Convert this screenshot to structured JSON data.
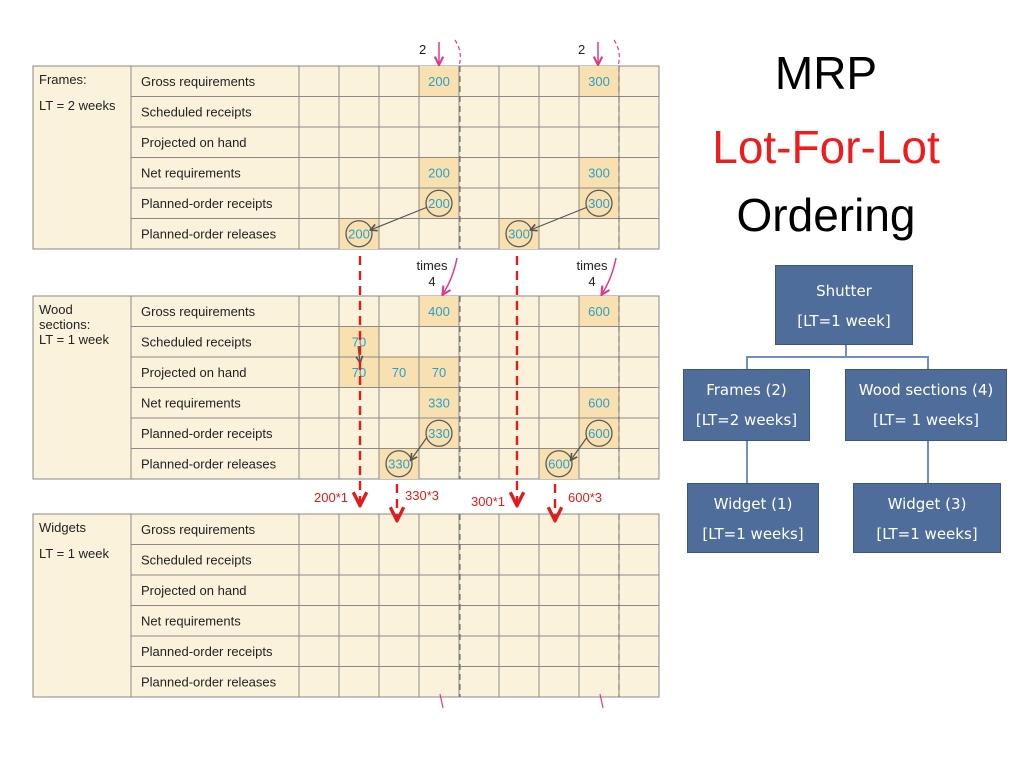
{
  "title": {
    "line1": "MRP",
    "line2": "Lot-For-Lot",
    "line3": "Ordering",
    "line2_color": "#ee1c1c"
  },
  "colors": {
    "table_border": "#8a8a8a",
    "cell_fill": "#fbf2db",
    "highlight_fill": "#f9e0b0",
    "value_text": "#2aa0c8",
    "red_arrow": "#e21b1b",
    "pink_arrow": "#e0398c",
    "bom_box": "#4f6d9a"
  },
  "tables": [
    {
      "label_lines": [
        "Frames:",
        "LT = 2 weeks"
      ],
      "rows": [
        {
          "label": "Gross requirements",
          "values": {
            "3": "200",
            "7": "300"
          }
        },
        {
          "label": "Scheduled receipts",
          "values": {}
        },
        {
          "label": "Projected on hand",
          "values": {}
        },
        {
          "label": "Net requirements",
          "values": {
            "3": "200",
            "7": "300"
          }
        },
        {
          "label": "Planned-order receipts",
          "values": {
            "3": "200",
            "7": "300"
          },
          "circled": true
        },
        {
          "label": "Planned-order releases",
          "values": {
            "1": "200",
            "5": "300"
          },
          "circled": true
        }
      ]
    },
    {
      "label_lines": [
        "Wood",
        "sections:",
        "LT = 1 week"
      ],
      "rows": [
        {
          "label": "Gross requirements",
          "values": {
            "3": "400",
            "7": "600"
          }
        },
        {
          "label": "Scheduled receipts",
          "values": {
            "1": "70"
          }
        },
        {
          "label": "Projected on hand",
          "values": {
            "1": "70",
            "2": "70",
            "3": "70"
          }
        },
        {
          "label": "Net requirements",
          "values": {
            "3": "330",
            "7": "600"
          }
        },
        {
          "label": "Planned-order receipts",
          "values": {
            "3": "330",
            "7": "600"
          },
          "circled": true
        },
        {
          "label": "Planned-order releases",
          "values": {
            "2": "330",
            "6": "600"
          },
          "circled": true
        }
      ]
    },
    {
      "label_lines": [
        "Widgets",
        "LT = 1 week"
      ],
      "rows": [
        {
          "label": "Gross requirements",
          "values": {}
        },
        {
          "label": "Scheduled receipts",
          "values": {}
        },
        {
          "label": "Projected on hand",
          "values": {}
        },
        {
          "label": "Net requirements",
          "values": {}
        },
        {
          "label": "Planned-order receipts",
          "values": {}
        },
        {
          "label": "Planned-order releases",
          "values": {}
        }
      ]
    }
  ],
  "annotations": {
    "frames_top": [
      "2",
      "2"
    ],
    "between_times": "times",
    "between_qty": [
      "4",
      "4"
    ],
    "explosion_labels": [
      "200*1",
      "330*3",
      "300*1",
      "600*3"
    ]
  },
  "bom": {
    "root": {
      "name": "Shutter",
      "lt": "[LT=1 week]"
    },
    "children": [
      {
        "name": "Frames (2)",
        "lt": "[LT=2 weeks]"
      },
      {
        "name": "Wood sections (4)",
        "lt": "[LT= 1 weeks]"
      }
    ],
    "grandchildren": [
      {
        "name": "Widget (1)",
        "lt": "[LT=1 weeks]"
      },
      {
        "name": "Widget (3)",
        "lt": "[LT=1 weeks]"
      }
    ]
  }
}
